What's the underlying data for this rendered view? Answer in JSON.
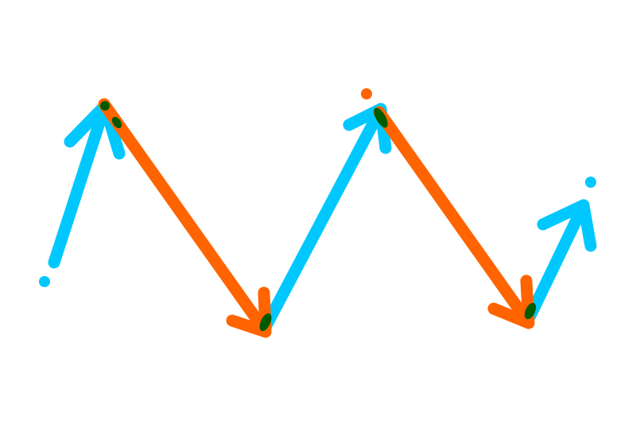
{
  "colors": {
    "background": "#ffffff",
    "up_arrow": "#00c8ff",
    "down_arrow": "#ff6400",
    "overlap": "#005a00"
  },
  "diagram": {
    "arrows": [
      {
        "name": "arrow-up-1",
        "direction": "up",
        "color_key": "up_arrow"
      },
      {
        "name": "arrow-down-1",
        "direction": "down",
        "color_key": "down_arrow"
      },
      {
        "name": "arrow-up-2",
        "direction": "up",
        "color_key": "up_arrow"
      },
      {
        "name": "arrow-down-2",
        "direction": "down",
        "color_key": "down_arrow"
      },
      {
        "name": "arrow-up-3",
        "direction": "up",
        "color_key": "up_arrow"
      }
    ],
    "dots": [
      {
        "name": "dot-start",
        "color_key": "up_arrow"
      },
      {
        "name": "dot-mid-top",
        "color_key": "down_arrow"
      },
      {
        "name": "dot-end",
        "color_key": "up_arrow"
      }
    ]
  }
}
